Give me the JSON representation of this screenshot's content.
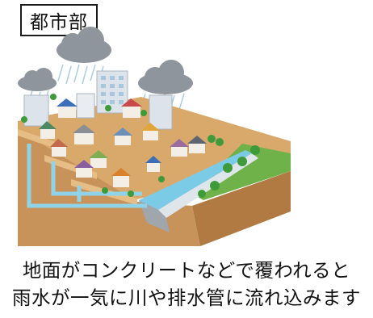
{
  "title_label": "都市部",
  "caption": {
    "line1": "地面がコンクリートなどで覆われると",
    "line2": "雨水が一気に川や排水管に流れ込みます"
  },
  "colors": {
    "soil_front": "#c8935a",
    "soil_side": "#b07a42",
    "soil_top": "#d9a96b",
    "pipe": "#8fd3e8",
    "river": "#7ccbe6",
    "grass": "#6fb24a",
    "cloud": "#8e959c",
    "rain": "#9fc4d6"
  }
}
